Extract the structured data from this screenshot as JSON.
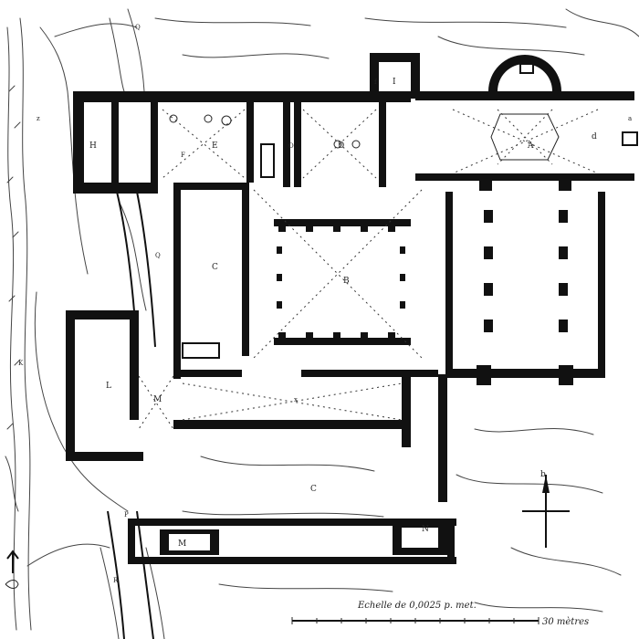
{
  "room_labels": {
    "A": "A",
    "B": "B",
    "C": "C",
    "C2": "C",
    "D": "D",
    "E": "E",
    "F": "F",
    "H": "H",
    "I": "I",
    "K": "K",
    "L": "L",
    "M": "M",
    "M2": "M",
    "N": "N",
    "O": "O",
    "P": "P",
    "Q": "Q",
    "Q2": "Q",
    "R": "R",
    "a": "a",
    "b": "b",
    "d": "d",
    "f": "f",
    "x": "x",
    "z": "z"
  },
  "scale": {
    "caption": "Echelle de 0,0025 p. met.",
    "end_label": "30 mètres"
  }
}
